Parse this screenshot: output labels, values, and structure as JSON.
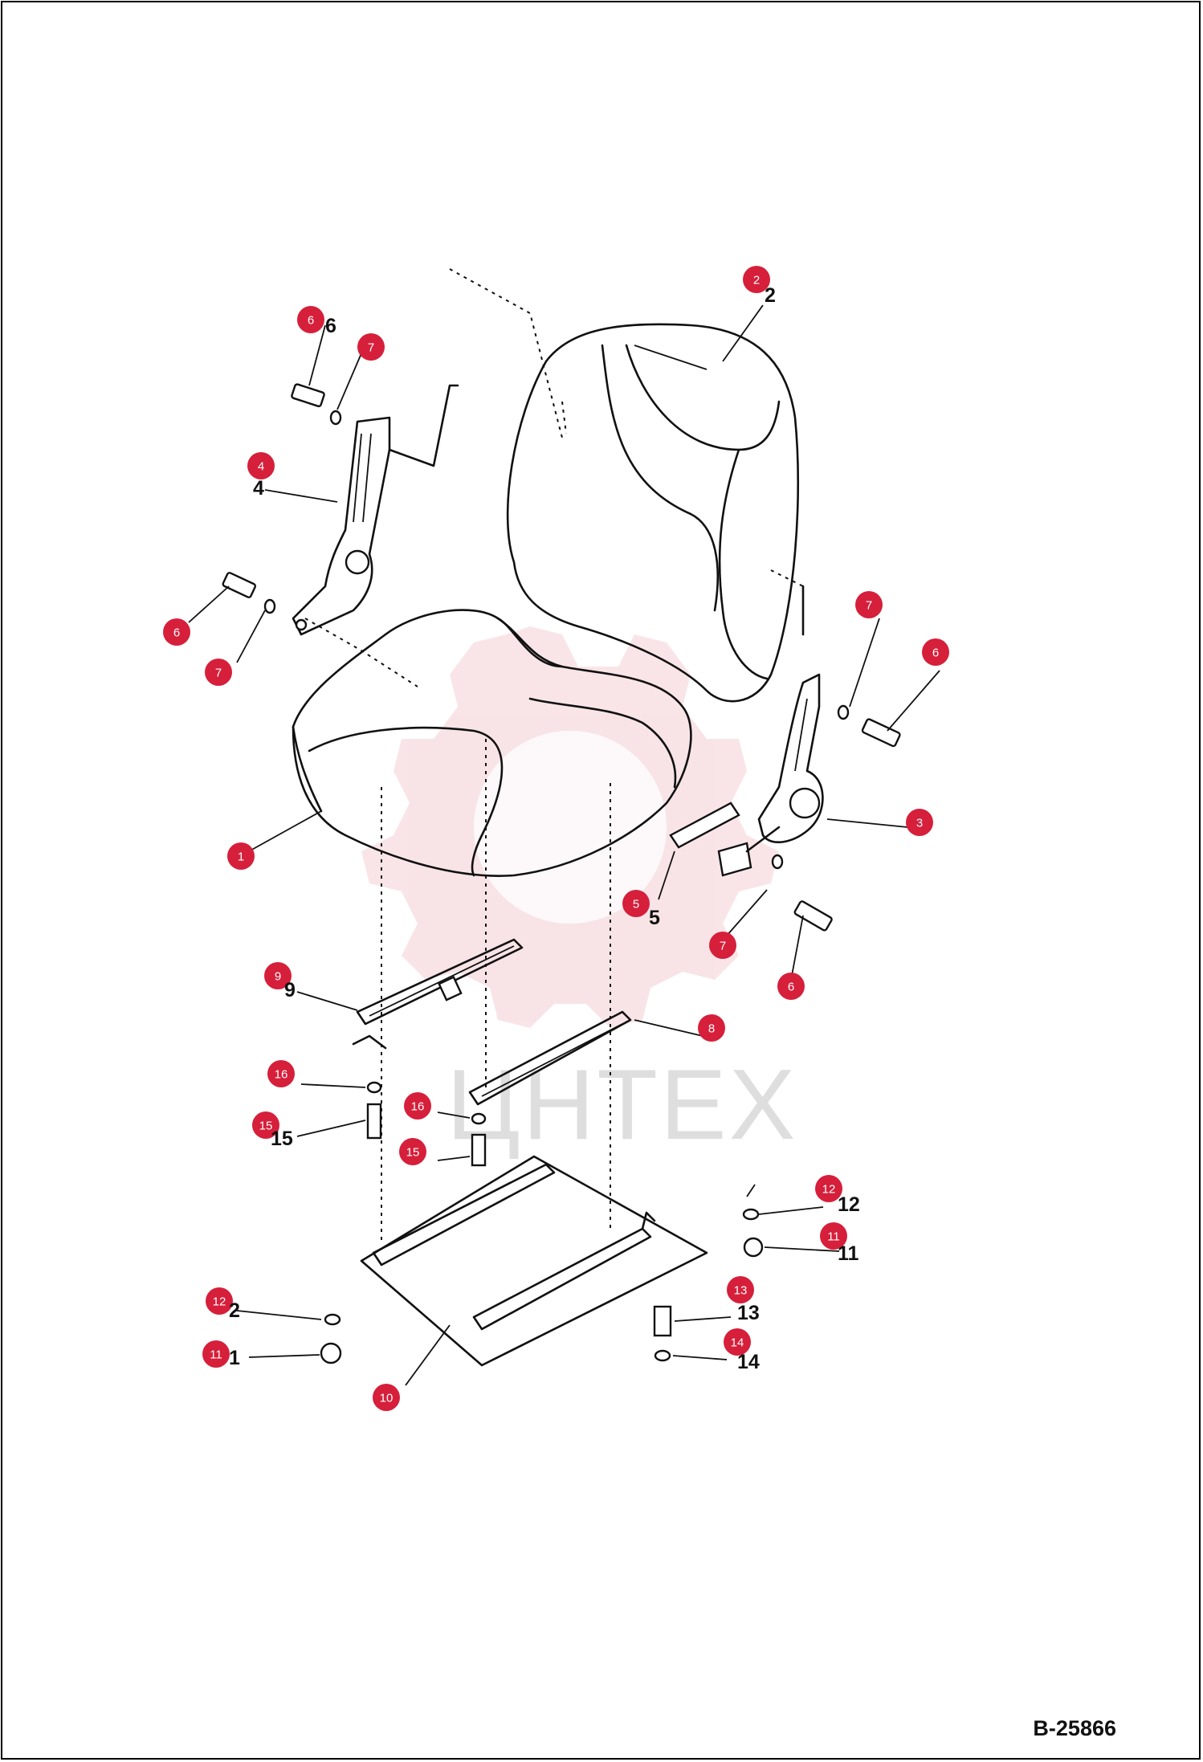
{
  "watermark": {
    "text": "ЦНТЕХ",
    "color": "#e8a0a8"
  },
  "drawing_code": "B-25866",
  "badge_color": "#d61f3a",
  "callouts": [
    {
      "id": "c2",
      "label": "2",
      "hand": "2"
    },
    {
      "id": "c6a",
      "label": "6",
      "hand": "6"
    },
    {
      "id": "c7a",
      "label": "7",
      "hand": ""
    },
    {
      "id": "c4",
      "label": "4",
      "hand": "4"
    },
    {
      "id": "c6b",
      "label": "6",
      "hand": ""
    },
    {
      "id": "c7b",
      "label": "7",
      "hand": ""
    },
    {
      "id": "c7c",
      "label": "7",
      "hand": ""
    },
    {
      "id": "c6c",
      "label": "6",
      "hand": ""
    },
    {
      "id": "c3",
      "label": "3",
      "hand": ""
    },
    {
      "id": "c1",
      "label": "1",
      "hand": ""
    },
    {
      "id": "c5",
      "label": "5",
      "hand": "5"
    },
    {
      "id": "c7d",
      "label": "7",
      "hand": ""
    },
    {
      "id": "c6d",
      "label": "6",
      "hand": ""
    },
    {
      "id": "c9",
      "label": "9",
      "hand": "9"
    },
    {
      "id": "c8",
      "label": "8",
      "hand": ""
    },
    {
      "id": "c16a",
      "label": "16",
      "hand": ""
    },
    {
      "id": "c15a",
      "label": "15",
      "hand": "15"
    },
    {
      "id": "c16b",
      "label": "16",
      "hand": ""
    },
    {
      "id": "c15b",
      "label": "15",
      "hand": ""
    },
    {
      "id": "c12a",
      "label": "12",
      "hand": "12"
    },
    {
      "id": "c11a",
      "label": "11",
      "hand": "11"
    },
    {
      "id": "c12b",
      "label": "12",
      "hand": "2"
    },
    {
      "id": "c11b",
      "label": "11",
      "hand": "1"
    },
    {
      "id": "c13",
      "label": "13",
      "hand": "13"
    },
    {
      "id": "c14",
      "label": "14",
      "hand": "14"
    },
    {
      "id": "c10",
      "label": "10",
      "hand": ""
    }
  ]
}
